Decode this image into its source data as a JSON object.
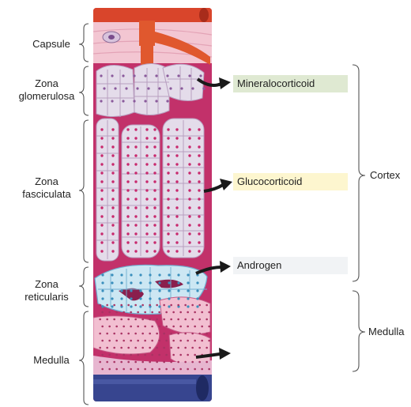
{
  "left_labels": {
    "capsule": "Capsule",
    "glomerulosa_1": "Zona",
    "glomerulosa_2": "glomerulosa",
    "fasciculata_1": "Zona",
    "fasciculata_2": "fasciculata",
    "reticularis_1": "Zona",
    "reticularis_2": "reticularis",
    "medulla": "Medulla"
  },
  "hormones": {
    "mineralocorticoid": "Mineralocorticoid",
    "glucocorticoid": "Glucocorticoid",
    "androgen": "Androgen"
  },
  "right_labels": {
    "cortex": "Cortex",
    "medulla": "Medulla"
  },
  "colors": {
    "capsule": "#f3c6d2",
    "artery": "#d9452b",
    "vein": "#37458f",
    "tissue_bg": "#c2316a",
    "cell_fill": "#e4dcea",
    "cell_line": "#b89fc0",
    "reticularis_cell": "#cce7f3",
    "medulla_cell": "#f2bfd1",
    "nucleus": "#c8286d",
    "mineralocorticoid_bg": "#dfe9d2",
    "glucocorticoid_bg": "#fdf6cf",
    "androgen_bg": "#f1f3f5"
  }
}
